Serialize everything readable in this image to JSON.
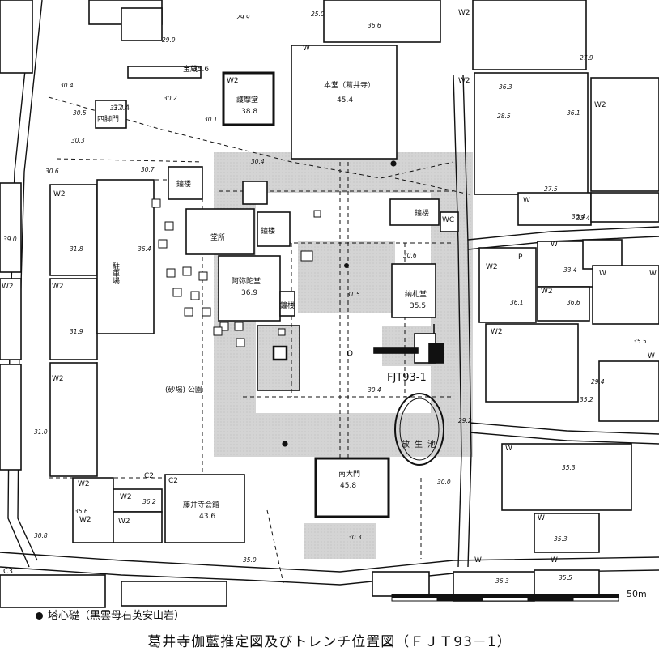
{
  "labels": {
    "hondo": "本堂（葛井寺）",
    "hondo_elev": "45.4",
    "hokedo": "護摩堂",
    "hokedo_elev": "38.8",
    "hozo": "宝蔵",
    "hozo_elev": "35.6",
    "shishumon": "四脚門",
    "shishumon_elev": "37.4",
    "shoro": "鐘楼",
    "jizodo": "堂所",
    "amidado": "阿弥陀堂",
    "amidado_elev": "36.9",
    "nokyodo": "納札堂",
    "nokyodo_elev": "35.5",
    "kairo": "鐘楼",
    "kairo2": "鐘楼",
    "kairo3": "鐘楼",
    "parking": "駐車場",
    "nandaimon": "南大門",
    "nandaimon_elev": "45.8",
    "kaikan": "藤井寺会館",
    "kaikan_elev": "43.6",
    "pond": "放生池",
    "trench": "FJT93-1",
    "park": "(砂場) 公園",
    "wc": "WC",
    "p": "P"
  },
  "w2": [
    "W2",
    "W2",
    "W2",
    "W2",
    "W2",
    "W2",
    "W2",
    "W2",
    "W2",
    "W2",
    "W2",
    "W2",
    "W2",
    "W2",
    "W2"
  ],
  "w": [
    "W",
    "W",
    "W",
    "W",
    "W",
    "W",
    "W",
    "W",
    "W",
    "W"
  ],
  "c2": [
    "C2",
    "C2",
    "C3"
  ],
  "elevations": [
    "29.9",
    "29.9",
    "25.0",
    "36.6",
    "30.4",
    "37.4",
    "30.5",
    "30.2",
    "30.1",
    "30.3",
    "30.6",
    "30.7",
    "30.4",
    "36.3",
    "36.1",
    "27.9",
    "28.5",
    "27.5",
    "36.4",
    "39.0",
    "31.8",
    "31.9",
    "36.4",
    "29.4",
    "31.0",
    "30.4",
    "32.4",
    "31.5",
    "30.6",
    "35.2",
    "35.6",
    "30.8",
    "35.3",
    "36.2",
    "35.0",
    "30.3",
    "30.0",
    "29.2",
    "35.3",
    "36.3",
    "35.5",
    "33.4",
    "36.6",
    "36.1",
    "35.5"
  ],
  "scale": "50m",
  "legend": "塔心礎（黒雲母石英安山岩）",
  "caption": "葛井寺伽藍推定図及びトレンチ位置図（ＦＪＴ93－1）",
  "colors": {
    "ink": "#111111",
    "shade": "#cfcfcf"
  }
}
